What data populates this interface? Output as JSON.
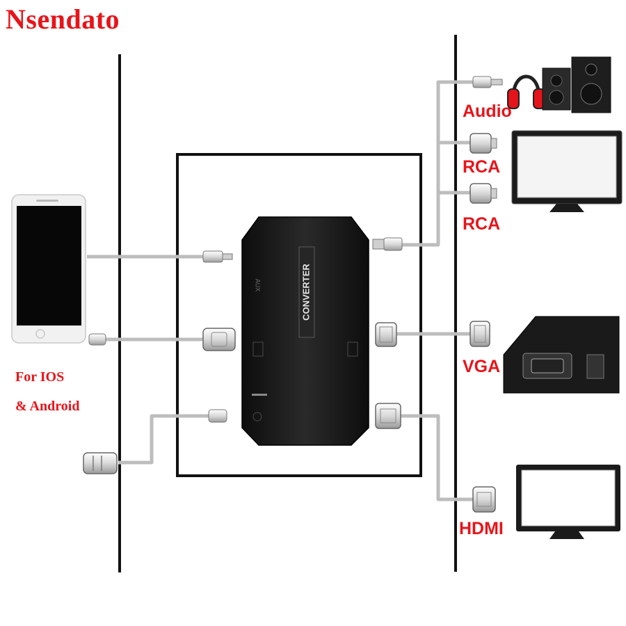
{
  "brand": {
    "name": "Nsendato",
    "color": "#e8141a"
  },
  "colors": {
    "label": "#e8141a",
    "line": "#111111",
    "cable": "#b9b9b9",
    "device": "#141414"
  },
  "converter": {
    "name": "CONVERTER",
    "port_aux": "AUX"
  },
  "source": {
    "label_line1": "For IOS",
    "label_line2": "& Android"
  },
  "outputs": {
    "audio": "Audio",
    "rca_1": "RCA",
    "rca_2": "RCA",
    "vga": "VGA",
    "hdmi": "HDMI"
  }
}
